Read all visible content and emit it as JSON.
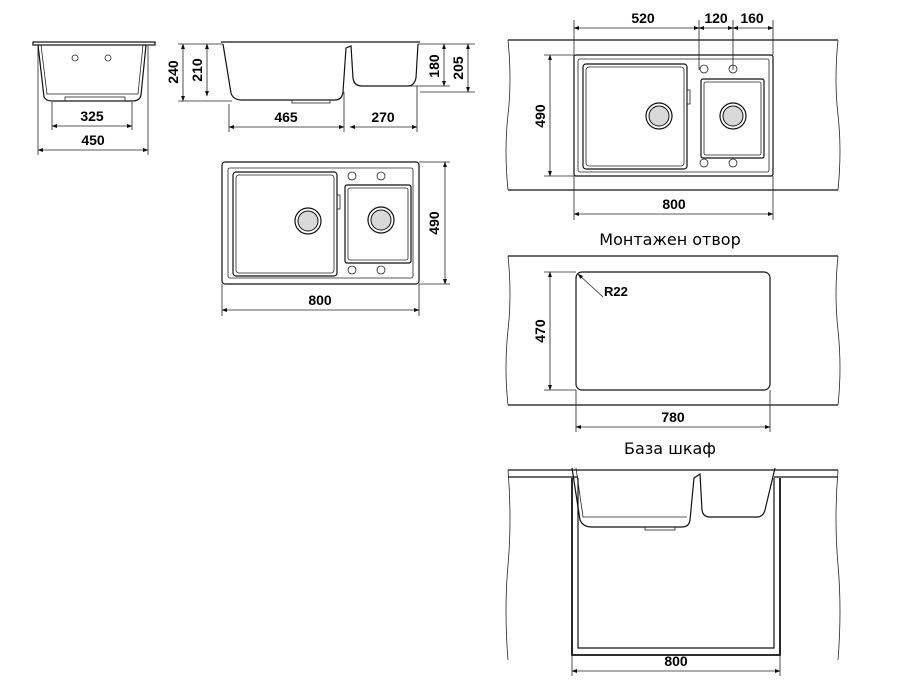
{
  "dimensions": {
    "side_325": "325",
    "side_450": "450",
    "front_240": "240",
    "front_210": "210",
    "front_465": "465",
    "front_270": "270",
    "front_180": "180",
    "front_205": "205",
    "top_490": "490",
    "top_800": "800",
    "inst_520": "520",
    "inst_120": "120",
    "inst_160": "160",
    "inst_490": "490",
    "inst_800": "800",
    "cut_470": "470",
    "cut_780": "780",
    "cut_radius": "R22",
    "base_800": "800"
  },
  "captions": {
    "cutout": "Монтажен отвор",
    "cabinet": "База шкаф"
  }
}
